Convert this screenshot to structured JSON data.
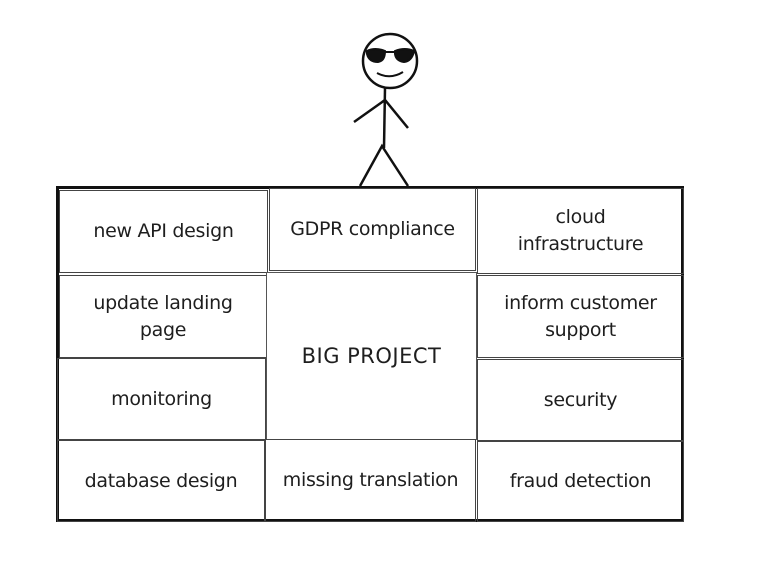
{
  "diagram": {
    "center_label": "BIG PROJECT",
    "figure": "stick-figure-with-sunglasses",
    "tasks": {
      "new_api_design": "new API design",
      "gdpr_compliance": "GDPR compliance",
      "cloud_infrastructure": "cloud infrastructure",
      "update_landing_page": "update landing page",
      "inform_customer_support": "inform customer support",
      "monitoring": "monitoring",
      "security": "security",
      "database_design": "database design",
      "missing_translation": "missing translation",
      "fraud_detection": "fraud detection"
    },
    "colors": {
      "stroke": "#111111",
      "background": "#ffffff"
    }
  }
}
